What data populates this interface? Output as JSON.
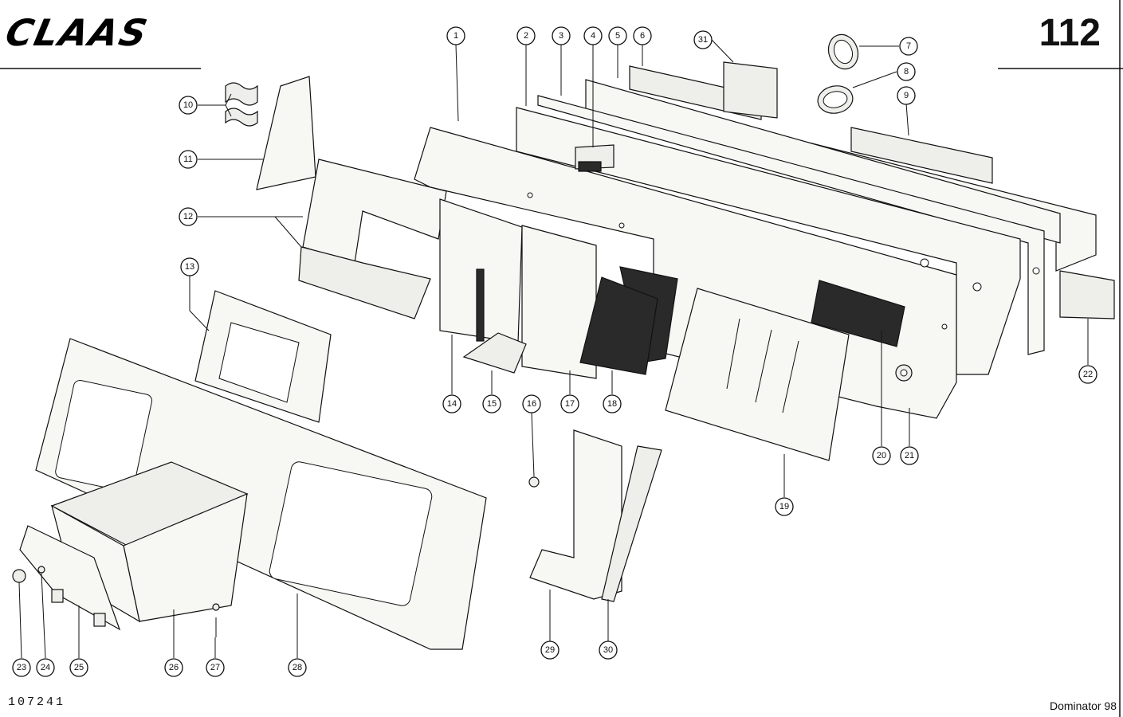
{
  "header": {
    "logo_text": "CLAAS",
    "page_number": "112"
  },
  "footer": {
    "drawing_number": "107241",
    "model": "Dominator 98"
  },
  "callouts": [
    "1",
    "2",
    "3",
    "4",
    "5",
    "6",
    "7",
    "8",
    "9",
    "10",
    "11",
    "12",
    "13",
    "14",
    "15",
    "16",
    "17",
    "18",
    "19",
    "20",
    "21",
    "22",
    "23",
    "24",
    "25",
    "26",
    "27",
    "28",
    "29",
    "30",
    "31"
  ]
}
